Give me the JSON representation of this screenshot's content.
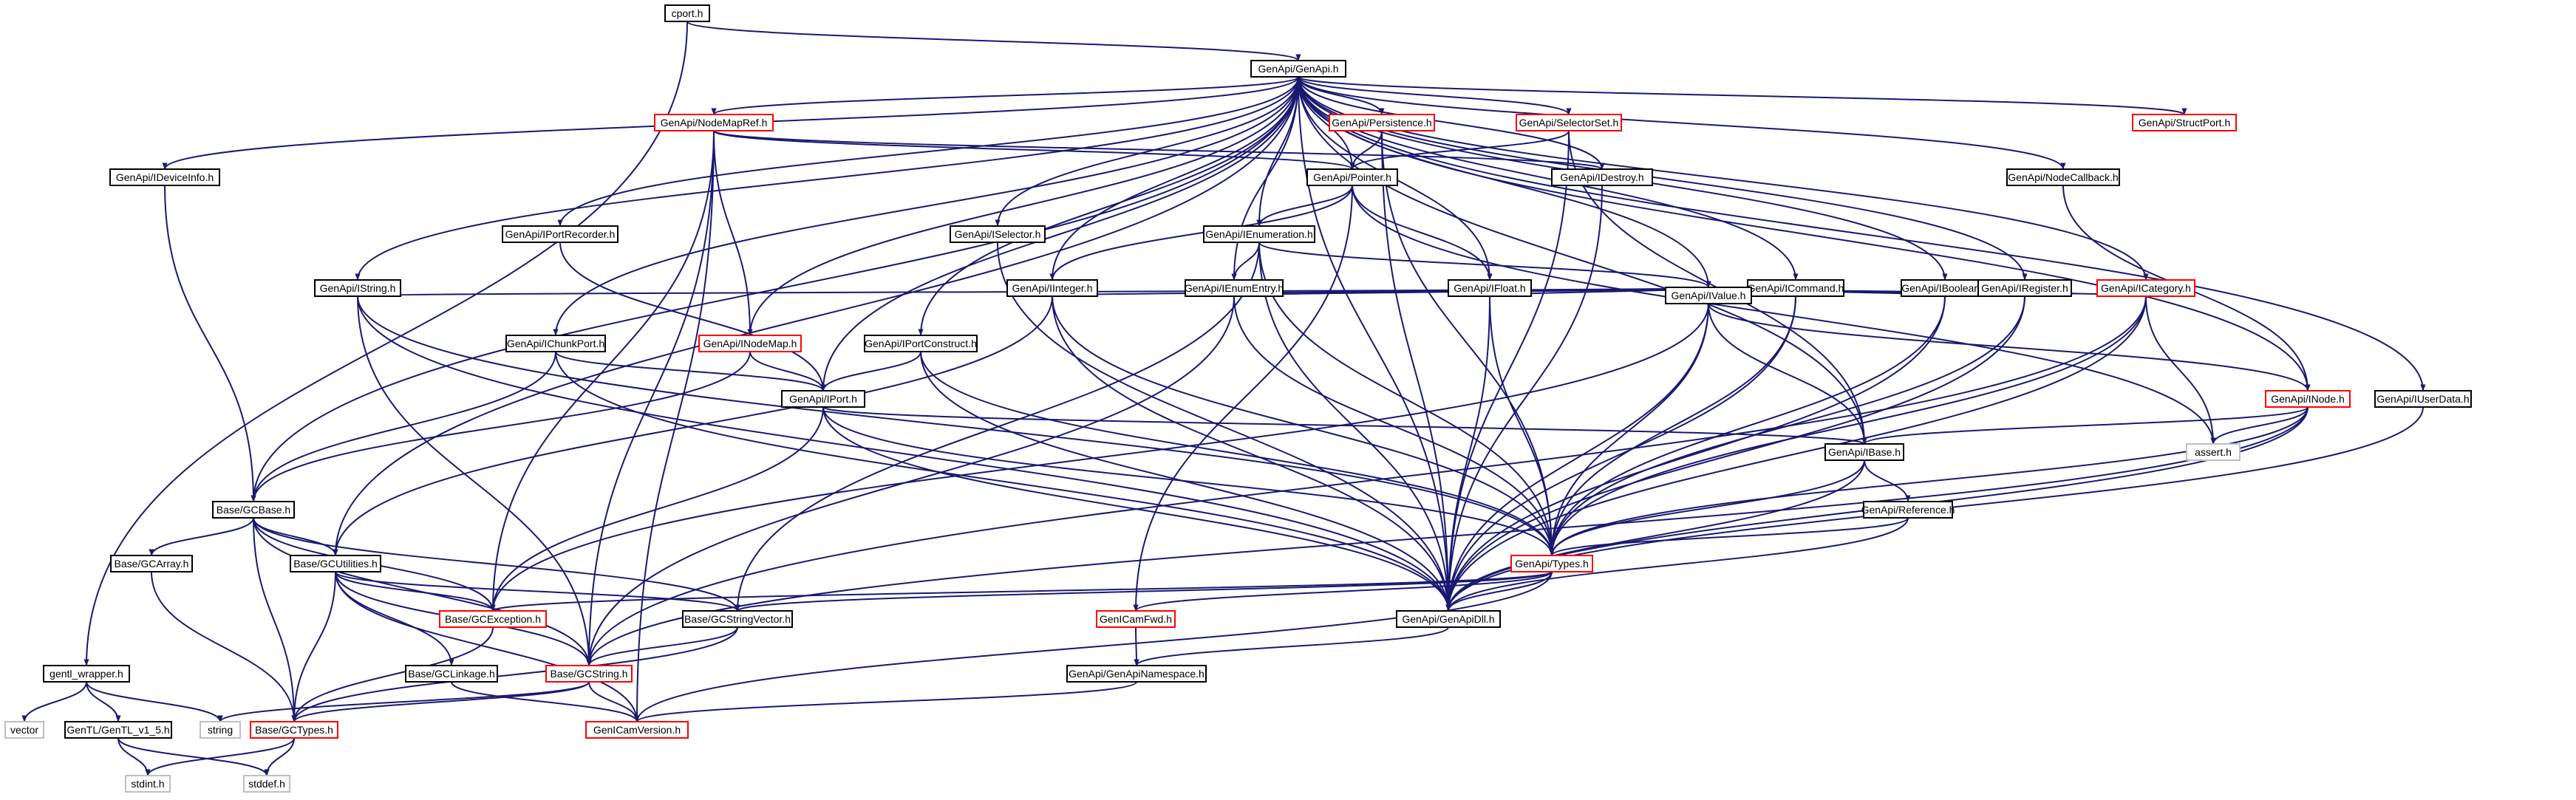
{
  "colors": {
    "edge": "#191970",
    "node_border": "#000000",
    "linked_border": "#ff0000",
    "external_border": "#bfbfbf",
    "root_fill": "#bfbfbf",
    "background": "#ffffff"
  },
  "nodes": [
    {
      "id": "cport_h",
      "label": "cport.h",
      "kind": "root"
    },
    {
      "id": "genapi_h",
      "label": "GenApi/GenApi.h",
      "kind": "normal"
    },
    {
      "id": "ideviceinfo",
      "label": "GenApi/IDeviceInfo.h",
      "kind": "normal"
    },
    {
      "id": "nodemapref",
      "label": "GenApi/NodeMapRef.h",
      "kind": "linked"
    },
    {
      "id": "persistence",
      "label": "GenApi/Persistence.h",
      "kind": "linked"
    },
    {
      "id": "selectorset",
      "label": "GenApi/SelectorSet.h",
      "kind": "linked"
    },
    {
      "id": "structport",
      "label": "GenApi/StructPort.h",
      "kind": "linked"
    },
    {
      "id": "pointer",
      "label": "GenApi/Pointer.h",
      "kind": "normal"
    },
    {
      "id": "idestroy",
      "label": "GenApi/IDestroy.h",
      "kind": "normal"
    },
    {
      "id": "nodecallback",
      "label": "GenApi/NodeCallback.h",
      "kind": "normal"
    },
    {
      "id": "iportrecorder",
      "label": "GenApi/IPortRecorder.h",
      "kind": "normal"
    },
    {
      "id": "iselector",
      "label": "GenApi/ISelector.h",
      "kind": "normal"
    },
    {
      "id": "ienumeration",
      "label": "GenApi/IEnumeration.h",
      "kind": "normal"
    },
    {
      "id": "istring",
      "label": "GenApi/IString.h",
      "kind": "normal"
    },
    {
      "id": "iinteger",
      "label": "GenApi/IInteger.h",
      "kind": "normal"
    },
    {
      "id": "ienumentry",
      "label": "GenApi/IEnumEntry.h",
      "kind": "normal"
    },
    {
      "id": "ifloat",
      "label": "GenApi/IFloat.h",
      "kind": "normal"
    },
    {
      "id": "icommand",
      "label": "GenApi/ICommand.h",
      "kind": "normal"
    },
    {
      "id": "iboolean",
      "label": "GenApi/IBoolean.h",
      "kind": "normal"
    },
    {
      "id": "iregister",
      "label": "GenApi/IRegister.h",
      "kind": "normal"
    },
    {
      "id": "icategory",
      "label": "GenApi/ICategory.h",
      "kind": "linked"
    },
    {
      "id": "ichunkport",
      "label": "GenApi/IChunkPort.h",
      "kind": "normal"
    },
    {
      "id": "inodemap",
      "label": "GenApi/INodeMap.h",
      "kind": "linked"
    },
    {
      "id": "iportconstruct",
      "label": "GenApi/IPortConstruct.h",
      "kind": "normal"
    },
    {
      "id": "ivalue",
      "label": "GenApi/IValue.h",
      "kind": "normal"
    },
    {
      "id": "inode",
      "label": "GenApi/INode.h",
      "kind": "linked"
    },
    {
      "id": "iuserdata",
      "label": "GenApi/IUserData.h",
      "kind": "normal"
    },
    {
      "id": "iport",
      "label": "GenApi/IPort.h",
      "kind": "normal"
    },
    {
      "id": "ibase",
      "label": "GenApi/IBase.h",
      "kind": "normal"
    },
    {
      "id": "assert_h",
      "label": "assert.h",
      "kind": "external"
    },
    {
      "id": "reference",
      "label": "GenApi/Reference.h",
      "kind": "normal"
    },
    {
      "id": "gcbase",
      "label": "Base/GCBase.h",
      "kind": "normal"
    },
    {
      "id": "gcarray",
      "label": "Base/GCArray.h",
      "kind": "normal"
    },
    {
      "id": "gcutilities",
      "label": "Base/GCUtilities.h",
      "kind": "normal"
    },
    {
      "id": "types",
      "label": "GenApi/Types.h",
      "kind": "linked"
    },
    {
      "id": "gcexception",
      "label": "Base/GCException.h",
      "kind": "linked"
    },
    {
      "id": "gcstringvector",
      "label": "Base/GCStringVector.h",
      "kind": "normal"
    },
    {
      "id": "gencamfwd",
      "label": "GenICamFwd.h",
      "kind": "linked"
    },
    {
      "id": "genapidll",
      "label": "GenApi/GenApiDll.h",
      "kind": "normal"
    },
    {
      "id": "gentl_wrapper",
      "label": "gentl_wrapper.h",
      "kind": "normal"
    },
    {
      "id": "gclinkage",
      "label": "Base/GCLinkage.h",
      "kind": "normal"
    },
    {
      "id": "gcstring",
      "label": "Base/GCString.h",
      "kind": "linked"
    },
    {
      "id": "genapinamespace",
      "label": "GenApi/GenApiNamespace.h",
      "kind": "normal"
    },
    {
      "id": "vector",
      "label": "vector",
      "kind": "external"
    },
    {
      "id": "gentl_v1_5",
      "label": "GenTL/GenTL_v1_5.h",
      "kind": "normal"
    },
    {
      "id": "string",
      "label": "string",
      "kind": "external"
    },
    {
      "id": "gctypes",
      "label": "Base/GCTypes.h",
      "kind": "linked"
    },
    {
      "id": "genicamversion",
      "label": "GenICamVersion.h",
      "kind": "linked"
    },
    {
      "id": "stdint",
      "label": "stdint.h",
      "kind": "external"
    },
    {
      "id": "stddef",
      "label": "stddef.h",
      "kind": "external"
    }
  ],
  "edges": [
    [
      "cport_h",
      "genapi_h"
    ],
    [
      "cport_h",
      "gentl_wrapper"
    ],
    [
      "genapi_h",
      "ideviceinfo"
    ],
    [
      "genapi_h",
      "nodemapref"
    ],
    [
      "genapi_h",
      "persistence"
    ],
    [
      "genapi_h",
      "selectorset"
    ],
    [
      "genapi_h",
      "structport"
    ],
    [
      "genapi_h",
      "pointer"
    ],
    [
      "genapi_h",
      "idestroy"
    ],
    [
      "genapi_h",
      "nodecallback"
    ],
    [
      "genapi_h",
      "iportrecorder"
    ],
    [
      "genapi_h",
      "iselector"
    ],
    [
      "genapi_h",
      "ienumeration"
    ],
    [
      "genapi_h",
      "istring"
    ],
    [
      "genapi_h",
      "iinteger"
    ],
    [
      "genapi_h",
      "ienumentry"
    ],
    [
      "genapi_h",
      "ifloat"
    ],
    [
      "genapi_h",
      "icommand"
    ],
    [
      "genapi_h",
      "iboolean"
    ],
    [
      "genapi_h",
      "iregister"
    ],
    [
      "genapi_h",
      "icategory"
    ],
    [
      "genapi_h",
      "ichunkport"
    ],
    [
      "genapi_h",
      "inodemap"
    ],
    [
      "genapi_h",
      "iportconstruct"
    ],
    [
      "genapi_h",
      "ivalue"
    ],
    [
      "genapi_h",
      "inode"
    ],
    [
      "genapi_h",
      "iuserdata"
    ],
    [
      "genapi_h",
      "iport"
    ],
    [
      "genapi_h",
      "ibase"
    ],
    [
      "genapi_h",
      "gcbase"
    ],
    [
      "genapi_h",
      "gcutilities"
    ],
    [
      "genapi_h",
      "genapidll"
    ],
    [
      "ideviceinfo",
      "gcbase"
    ],
    [
      "nodemapref",
      "pointer"
    ],
    [
      "nodemapref",
      "idestroy"
    ],
    [
      "nodemapref",
      "inodemap"
    ],
    [
      "nodemapref",
      "gcexception"
    ],
    [
      "nodemapref",
      "gcstring"
    ],
    [
      "nodemapref",
      "genicamversion"
    ],
    [
      "persistence",
      "pointer"
    ],
    [
      "persistence",
      "types"
    ],
    [
      "persistence",
      "genapidll"
    ],
    [
      "selectorset",
      "pointer"
    ],
    [
      "selectorset",
      "ibase"
    ],
    [
      "selectorset",
      "genapidll"
    ],
    [
      "pointer",
      "ienumeration"
    ],
    [
      "pointer",
      "iinteger"
    ],
    [
      "pointer",
      "ifloat"
    ],
    [
      "pointer",
      "gencamfwd"
    ],
    [
      "pointer",
      "assert_h"
    ],
    [
      "idestroy",
      "genapidll"
    ],
    [
      "nodecallback",
      "inode"
    ],
    [
      "iportrecorder",
      "iport"
    ],
    [
      "iselector",
      "genapidll"
    ],
    [
      "ienumeration",
      "ienumentry"
    ],
    [
      "ienumeration",
      "ivalue"
    ],
    [
      "ienumeration",
      "types"
    ],
    [
      "ienumeration",
      "genapidll"
    ],
    [
      "ienumeration",
      "gcstringvector"
    ],
    [
      "istring",
      "ivalue"
    ],
    [
      "istring",
      "types"
    ],
    [
      "istring",
      "gcstring"
    ],
    [
      "istring",
      "genapidll"
    ],
    [
      "iinteger",
      "ivalue"
    ],
    [
      "iinteger",
      "types"
    ],
    [
      "iinteger",
      "genapidll"
    ],
    [
      "iinteger",
      "gcutilities"
    ],
    [
      "ienumentry",
      "ivalue"
    ],
    [
      "ienumentry",
      "types"
    ],
    [
      "ienumentry",
      "gcstring"
    ],
    [
      "ifloat",
      "ivalue"
    ],
    [
      "ifloat",
      "types"
    ],
    [
      "ifloat",
      "genapidll"
    ],
    [
      "icommand",
      "ivalue"
    ],
    [
      "icommand",
      "types"
    ],
    [
      "icommand",
      "genapidll"
    ],
    [
      "iboolean",
      "ivalue"
    ],
    [
      "iboolean",
      "types"
    ],
    [
      "iboolean",
      "genapidll"
    ],
    [
      "iregister",
      "ivalue"
    ],
    [
      "iregister",
      "types"
    ],
    [
      "iregister",
      "genapidll"
    ],
    [
      "icategory",
      "ivalue"
    ],
    [
      "icategory",
      "types"
    ],
    [
      "icategory",
      "genapidll"
    ],
    [
      "icategory",
      "assert_h"
    ],
    [
      "icategory",
      "gcstring"
    ],
    [
      "ichunkport",
      "iport"
    ],
    [
      "ichunkport",
      "gcbase"
    ],
    [
      "ichunkport",
      "genapidll"
    ],
    [
      "inodemap",
      "iport"
    ],
    [
      "inodemap",
      "gcbase"
    ],
    [
      "iportconstruct",
      "iport"
    ],
    [
      "iportconstruct",
      "types"
    ],
    [
      "iportconstruct",
      "genapidll"
    ],
    [
      "ivalue",
      "inode"
    ],
    [
      "ivalue",
      "ibase"
    ],
    [
      "ivalue",
      "types"
    ],
    [
      "ivalue",
      "genapidll"
    ],
    [
      "ivalue",
      "gcexception"
    ],
    [
      "inode",
      "ibase"
    ],
    [
      "inode",
      "types"
    ],
    [
      "inode",
      "genapidll"
    ],
    [
      "inode",
      "assert_h"
    ],
    [
      "inode",
      "gcstring"
    ],
    [
      "iuserdata",
      "genapidll"
    ],
    [
      "iport",
      "ibase"
    ],
    [
      "iport",
      "types"
    ],
    [
      "iport",
      "genapidll"
    ],
    [
      "iport",
      "gcexception"
    ],
    [
      "ibase",
      "types"
    ],
    [
      "ibase",
      "genapidll"
    ],
    [
      "ibase",
      "reference"
    ],
    [
      "reference",
      "types"
    ],
    [
      "reference",
      "genapidll"
    ],
    [
      "gcbase",
      "gcarray"
    ],
    [
      "gcbase",
      "gcutilities"
    ],
    [
      "gcbase",
      "gcexception"
    ],
    [
      "gcbase",
      "gcstringvector"
    ],
    [
      "gcbase",
      "gcstring"
    ],
    [
      "gcbase",
      "gctypes"
    ],
    [
      "gcarray",
      "gctypes"
    ],
    [
      "gcutilities",
      "gcexception"
    ],
    [
      "gcutilities",
      "gcstringvector"
    ],
    [
      "gcutilities",
      "gclinkage"
    ],
    [
      "gcutilities",
      "gcstring"
    ],
    [
      "gcutilities",
      "gctypes"
    ],
    [
      "gcutilities",
      "genicamversion"
    ],
    [
      "types",
      "genapidll"
    ],
    [
      "types",
      "gencamfwd"
    ],
    [
      "types",
      "gcstringvector"
    ],
    [
      "types",
      "gcexception"
    ],
    [
      "types",
      "genicamversion"
    ],
    [
      "gcexception",
      "gctypes"
    ],
    [
      "gcstringvector",
      "gcstring"
    ],
    [
      "gcstringvector",
      "gctypes"
    ],
    [
      "genapidll",
      "genapinamespace"
    ],
    [
      "gencamfwd",
      "genapinamespace"
    ],
    [
      "gentl_wrapper",
      "vector"
    ],
    [
      "gentl_wrapper",
      "gentl_v1_5"
    ],
    [
      "gentl_wrapper",
      "string"
    ],
    [
      "gclinkage",
      "genicamversion"
    ],
    [
      "gcstring",
      "string"
    ],
    [
      "gcstring",
      "gctypes"
    ],
    [
      "gcstring",
      "genicamversion"
    ],
    [
      "genapinamespace",
      "genicamversion"
    ],
    [
      "gentl_v1_5",
      "stdint"
    ],
    [
      "gentl_v1_5",
      "stddef"
    ],
    [
      "gctypes",
      "stdint"
    ],
    [
      "gctypes",
      "stddef"
    ]
  ]
}
